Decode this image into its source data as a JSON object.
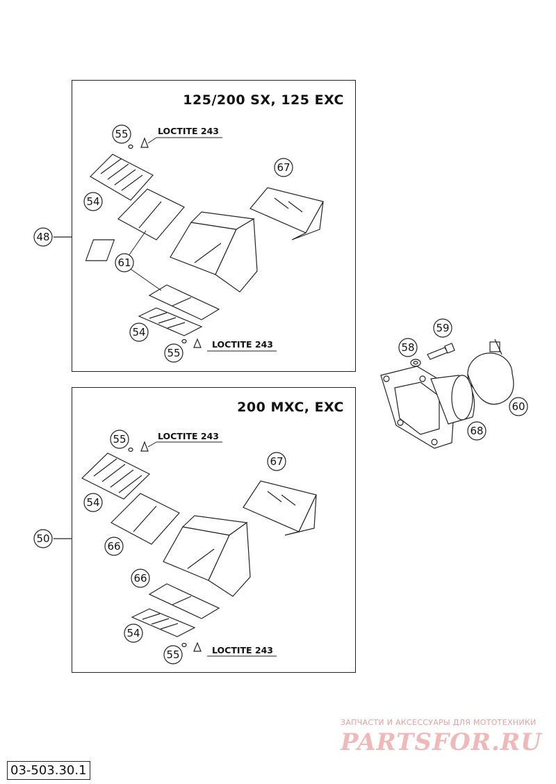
{
  "panels": [
    {
      "title": "125/200 SX, 125 EXC",
      "assembly_no": "48",
      "labels": {
        "p55a": "55",
        "p54a": "54",
        "p67": "67",
        "p61": "61",
        "p54b": "54",
        "p55b": "55"
      },
      "loctite_top": "LOCTITE 243",
      "loctite_bottom": "LOCTITE 243"
    },
    {
      "title": "200 MXC, EXC",
      "assembly_no": "50",
      "labels": {
        "p55a": "55",
        "p54a": "54",
        "p67": "67",
        "p66a": "66",
        "p66b": "66",
        "p54b": "54",
        "p55b": "55"
      },
      "loctite_top": "LOCTITE 243",
      "loctite_bottom": "LOCTITE 243"
    }
  ],
  "side_parts": {
    "p58": "58",
    "p59": "59",
    "p60": "60",
    "p68": "68"
  },
  "diagram_code": "03-503.30.1",
  "watermark": {
    "tagline": "ЗАПЧАСТИ И АКСЕССУАРЫ ДЛЯ МОТОТЕХНИКИ",
    "logo": "PARTSFOR.RU"
  }
}
